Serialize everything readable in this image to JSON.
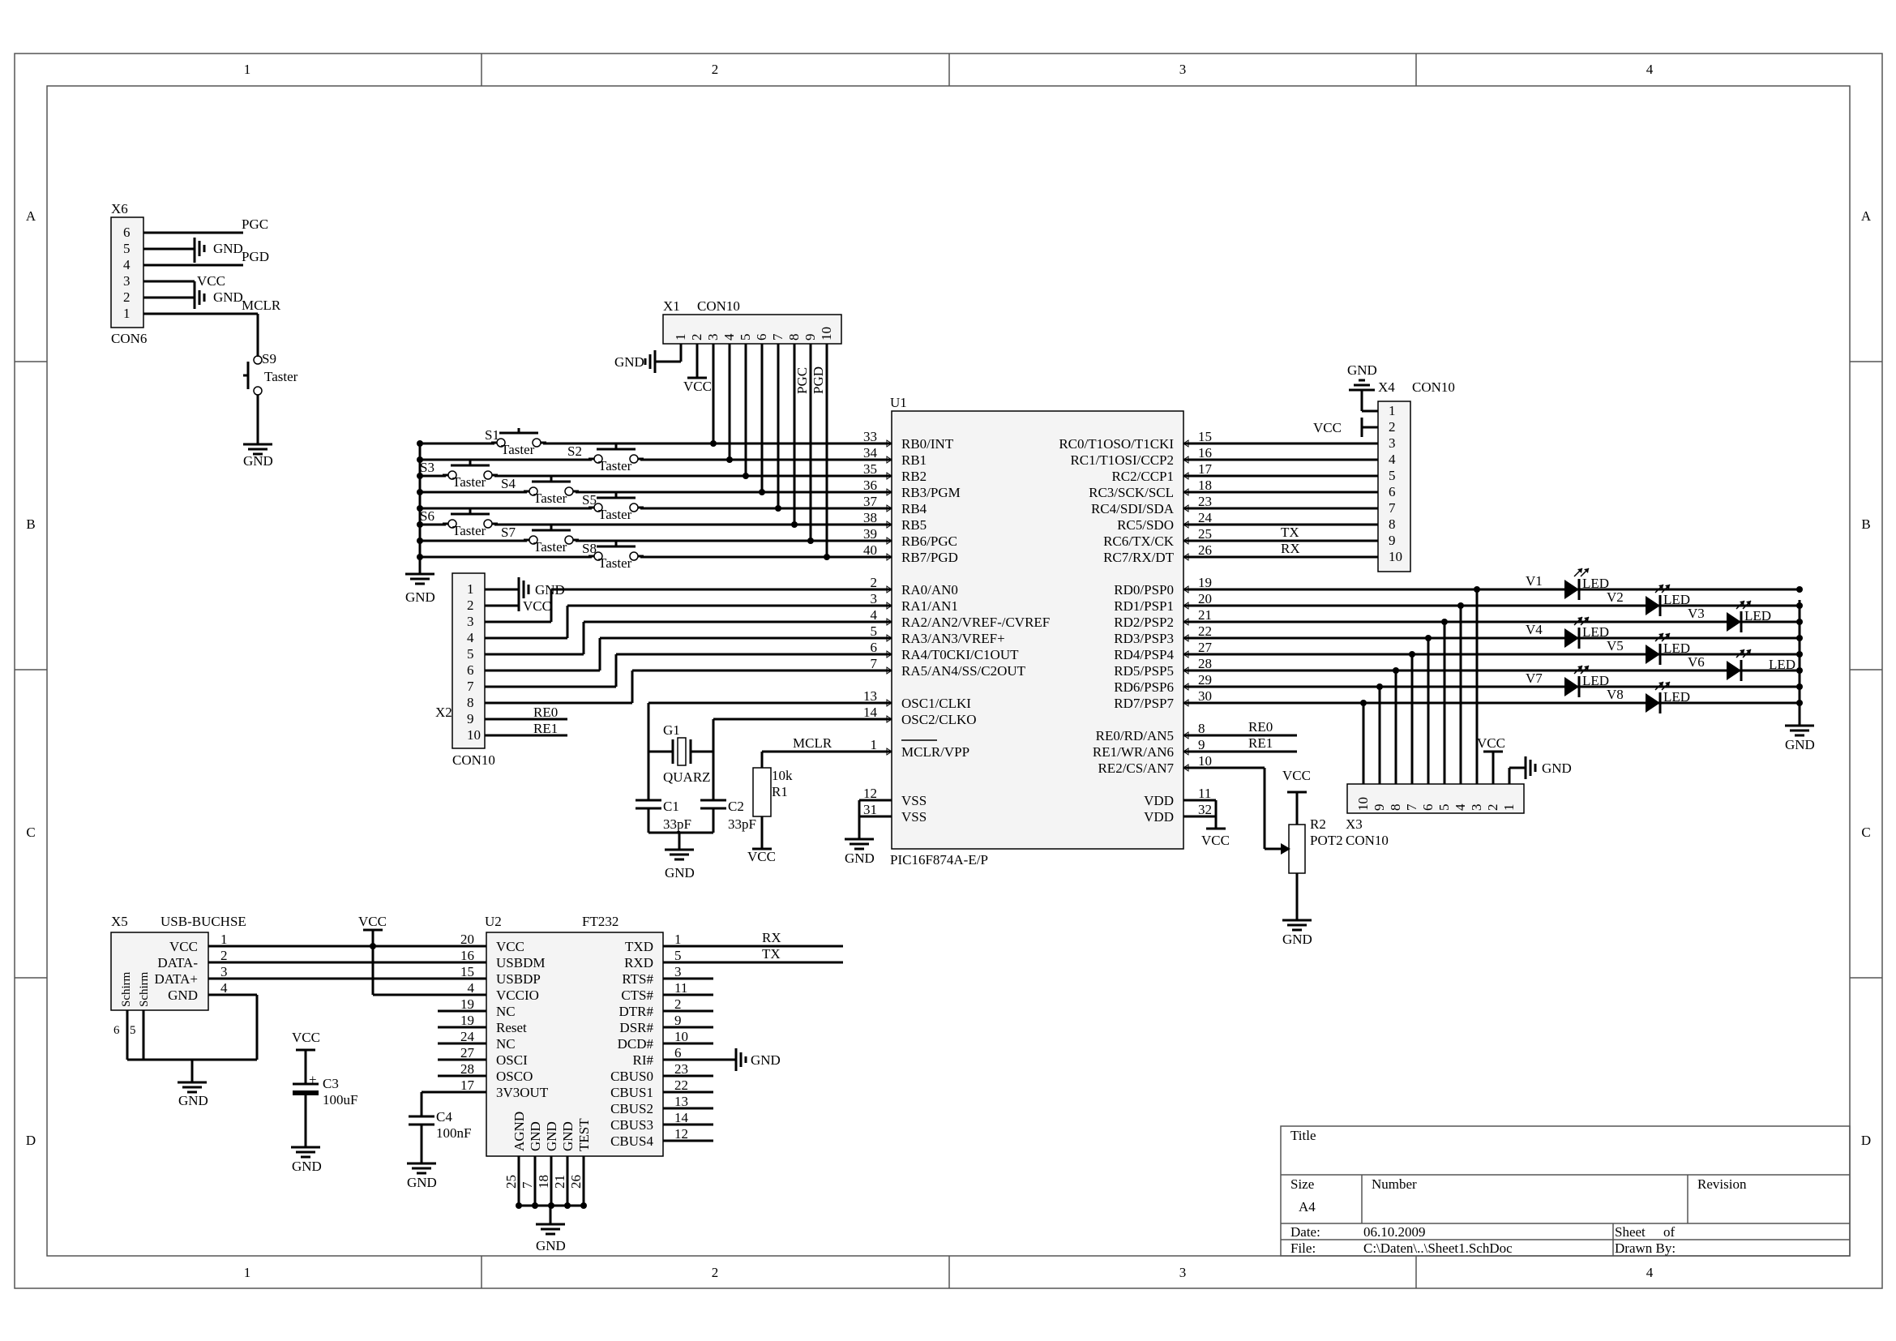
{
  "border": {
    "columns": [
      "1",
      "2",
      "3",
      "4"
    ],
    "rows": [
      "A",
      "B",
      "C",
      "D"
    ]
  },
  "x6": {
    "ref": "X6",
    "type": "CON6",
    "pins": [
      "6",
      "5",
      "4",
      "3",
      "2",
      "1"
    ],
    "nets": {
      "pgc": "PGC",
      "pgd": "PGD",
      "gnd1": "GND",
      "vcc": "VCC",
      "gnd2": "GND",
      "mclr": "MCLR"
    }
  },
  "s9": {
    "ref": "S9",
    "type": "Taster",
    "gnd": "GND"
  },
  "x1": {
    "ref": "X1",
    "type": "CON10",
    "pins": [
      "1",
      "2",
      "3",
      "4",
      "5",
      "6",
      "7",
      "8",
      "9",
      "10"
    ],
    "gnd": "GND",
    "vcc": "VCC",
    "pgc": "PGC",
    "pgd": "PGD"
  },
  "switches": [
    {
      "ref": "S1",
      "type": "Taster"
    },
    {
      "ref": "S2",
      "type": "Taster"
    },
    {
      "ref": "S3",
      "type": "Taster"
    },
    {
      "ref": "S4",
      "type": "Taster"
    },
    {
      "ref": "S5",
      "type": "Taster"
    },
    {
      "ref": "S6",
      "type": "Taster"
    },
    {
      "ref": "S7",
      "type": "Taster"
    },
    {
      "ref": "S8",
      "type": "Taster"
    }
  ],
  "switch_gnd": "GND",
  "x2": {
    "ref": "X2",
    "type": "CON10",
    "pins": [
      "1",
      "2",
      "3",
      "4",
      "5",
      "6",
      "7",
      "8",
      "9",
      "10"
    ],
    "gnd": "GND",
    "vcc": "VCC",
    "re0": "RE0",
    "re1": "RE1"
  },
  "u1": {
    "ref": "U1",
    "part": "PIC16F874A-E/P",
    "left_pins": [
      {
        "num": "33",
        "name": "RB0/INT"
      },
      {
        "num": "34",
        "name": "RB1"
      },
      {
        "num": "35",
        "name": "RB2"
      },
      {
        "num": "36",
        "name": "RB3/PGM"
      },
      {
        "num": "37",
        "name": "RB4"
      },
      {
        "num": "38",
        "name": "RB5"
      },
      {
        "num": "39",
        "name": "RB6/PGC"
      },
      {
        "num": "40",
        "name": "RB7/PGD"
      },
      {
        "num": "2",
        "name": "RA0/AN0"
      },
      {
        "num": "3",
        "name": "RA1/AN1"
      },
      {
        "num": "4",
        "name": "RA2/AN2/VREF-/CVREF"
      },
      {
        "num": "5",
        "name": "RA3/AN3/VREF+"
      },
      {
        "num": "6",
        "name": "RA4/T0CKI/C1OUT"
      },
      {
        "num": "7",
        "name": "RA5/AN4/SS/C2OUT"
      },
      {
        "num": "13",
        "name": "OSC1/CLKI"
      },
      {
        "num": "14",
        "name": "OSC2/CLKO"
      },
      {
        "num": "1",
        "name": "MCLR/VPP"
      },
      {
        "num": "12",
        "name": "VSS"
      },
      {
        "num": "31",
        "name": "VSS"
      }
    ],
    "right_pins": [
      {
        "num": "15",
        "name": "RC0/T1OSO/T1CKI"
      },
      {
        "num": "16",
        "name": "RC1/T1OSI/CCP2"
      },
      {
        "num": "17",
        "name": "RC2/CCP1"
      },
      {
        "num": "18",
        "name": "RC3/SCK/SCL"
      },
      {
        "num": "23",
        "name": "RC4/SDI/SDA"
      },
      {
        "num": "24",
        "name": "RC5/SDO"
      },
      {
        "num": "25",
        "name": "RC6/TX/CK"
      },
      {
        "num": "26",
        "name": "RC7/RX/DT"
      },
      {
        "num": "19",
        "name": "RD0/PSP0"
      },
      {
        "num": "20",
        "name": "RD1/PSP1"
      },
      {
        "num": "21",
        "name": "RD2/PSP2"
      },
      {
        "num": "22",
        "name": "RD3/PSP3"
      },
      {
        "num": "27",
        "name": "RD4/PSP4"
      },
      {
        "num": "28",
        "name": "RD5/PSP5"
      },
      {
        "num": "29",
        "name": "RD6/PSP6"
      },
      {
        "num": "30",
        "name": "RD7/PSP7"
      },
      {
        "num": "8",
        "name": "RE0/RD/AN5"
      },
      {
        "num": "9",
        "name": "RE1/WR/AN6"
      },
      {
        "num": "10",
        "name": "RE2/CS/AN7"
      },
      {
        "num": "11",
        "name": "VDD"
      },
      {
        "num": "32",
        "name": "VDD"
      }
    ],
    "gnd": "GND",
    "vcc": "VCC",
    "mclr": "MCLR",
    "tx": "TX",
    "rx": "RX",
    "re0": "RE0",
    "re1": "RE1"
  },
  "osc": {
    "g1": "G1",
    "quarz": "QUARZ",
    "c1": "C1",
    "c1v": "33pF",
    "c2": "C2",
    "c2v": "33pF",
    "gnd": "GND",
    "r1": "R1",
    "r1v": "10k",
    "vcc": "VCC"
  },
  "x4": {
    "ref": "X4",
    "type": "CON10",
    "pins": [
      "1",
      "2",
      "3",
      "4",
      "5",
      "6",
      "7",
      "8",
      "9",
      "10"
    ],
    "gnd": "GND",
    "vcc": "VCC"
  },
  "leds": [
    {
      "ref": "V1",
      "type": "LED"
    },
    {
      "ref": "V2",
      "type": "LED"
    },
    {
      "ref": "V3",
      "type": "LED"
    },
    {
      "ref": "V4",
      "type": "LED"
    },
    {
      "ref": "V5",
      "type": "LED"
    },
    {
      "ref": "V6",
      "type": "LED"
    },
    {
      "ref": "V7",
      "type": "LED"
    },
    {
      "ref": "V8",
      "type": "LED"
    }
  ],
  "led_gnd": "GND",
  "x3": {
    "ref": "X3",
    "type": "CON10",
    "pins": [
      "10",
      "9",
      "8",
      "7",
      "6",
      "5",
      "4",
      "3",
      "2",
      "1"
    ],
    "vcc": "VCC",
    "gnd": "GND"
  },
  "r2": {
    "ref": "R2",
    "type": "POT2",
    "vcc": "VCC",
    "gnd": "GND"
  },
  "x5": {
    "ref": "X5",
    "type": "USB-BUCHSE",
    "pins": [
      {
        "num": "1",
        "name": "VCC"
      },
      {
        "num": "2",
        "name": "DATA-"
      },
      {
        "num": "3",
        "name": "DATA+"
      },
      {
        "num": "4",
        "name": "GND"
      }
    ],
    "shield1": "Schirm",
    "shield2": "Schirm",
    "p6": "6",
    "p5": "5",
    "gnd": "GND",
    "vcc": "VCC"
  },
  "c3": {
    "ref": "C3",
    "value": "100uF",
    "vcc": "VCC",
    "gnd": "GND",
    "plus": "+"
  },
  "c4": {
    "ref": "C4",
    "value": "100nF",
    "gnd": "GND"
  },
  "u2": {
    "ref": "U2",
    "part": "FT232",
    "left_pins": [
      {
        "num": "20",
        "name": "VCC"
      },
      {
        "num": "16",
        "name": "USBDM"
      },
      {
        "num": "15",
        "name": "USBDP"
      },
      {
        "num": "4",
        "name": "VCCIO"
      },
      {
        "num": "19",
        "name": "NC"
      },
      {
        "num": "19",
        "name": "Reset"
      },
      {
        "num": "24",
        "name": "NC"
      },
      {
        "num": "27",
        "name": "OSCI"
      },
      {
        "num": "28",
        "name": "OSCO"
      },
      {
        "num": "17",
        "name": "3V3OUT"
      }
    ],
    "right_pins": [
      {
        "num": "1",
        "name": "TXD"
      },
      {
        "num": "5",
        "name": "RXD"
      },
      {
        "num": "3",
        "name": "RTS#"
      },
      {
        "num": "11",
        "name": "CTS#"
      },
      {
        "num": "2",
        "name": "DTR#"
      },
      {
        "num": "9",
        "name": "DSR#"
      },
      {
        "num": "10",
        "name": "DCD#"
      },
      {
        "num": "6",
        "name": "RI#"
      },
      {
        "num": "23",
        "name": "CBUS0"
      },
      {
        "num": "22",
        "name": "CBUS1"
      },
      {
        "num": "13",
        "name": "CBUS2"
      },
      {
        "num": "14",
        "name": "CBUS3"
      },
      {
        "num": "12",
        "name": "CBUS4"
      }
    ],
    "bottom_pins": [
      {
        "num": "25",
        "name": "AGND"
      },
      {
        "num": "7",
        "name": "GND"
      },
      {
        "num": "18",
        "name": "GND"
      },
      {
        "num": "21",
        "name": "GND"
      },
      {
        "num": "26",
        "name": "TEST"
      }
    ],
    "rx": "RX",
    "tx": "TX",
    "gnd": "GND",
    "gnd2": "GND"
  },
  "titleblock": {
    "title_label": "Title",
    "size_label": "Size",
    "size": "A4",
    "number_label": "Number",
    "revision_label": "Revision",
    "date_label": "Date:",
    "date": "06.10.2009",
    "file_label": "File:",
    "file": "C:\\Daten\\..\\Sheet1.SchDoc",
    "sheet_label": "Sheet",
    "of_label": "of",
    "drawn_label": "Drawn By:"
  }
}
